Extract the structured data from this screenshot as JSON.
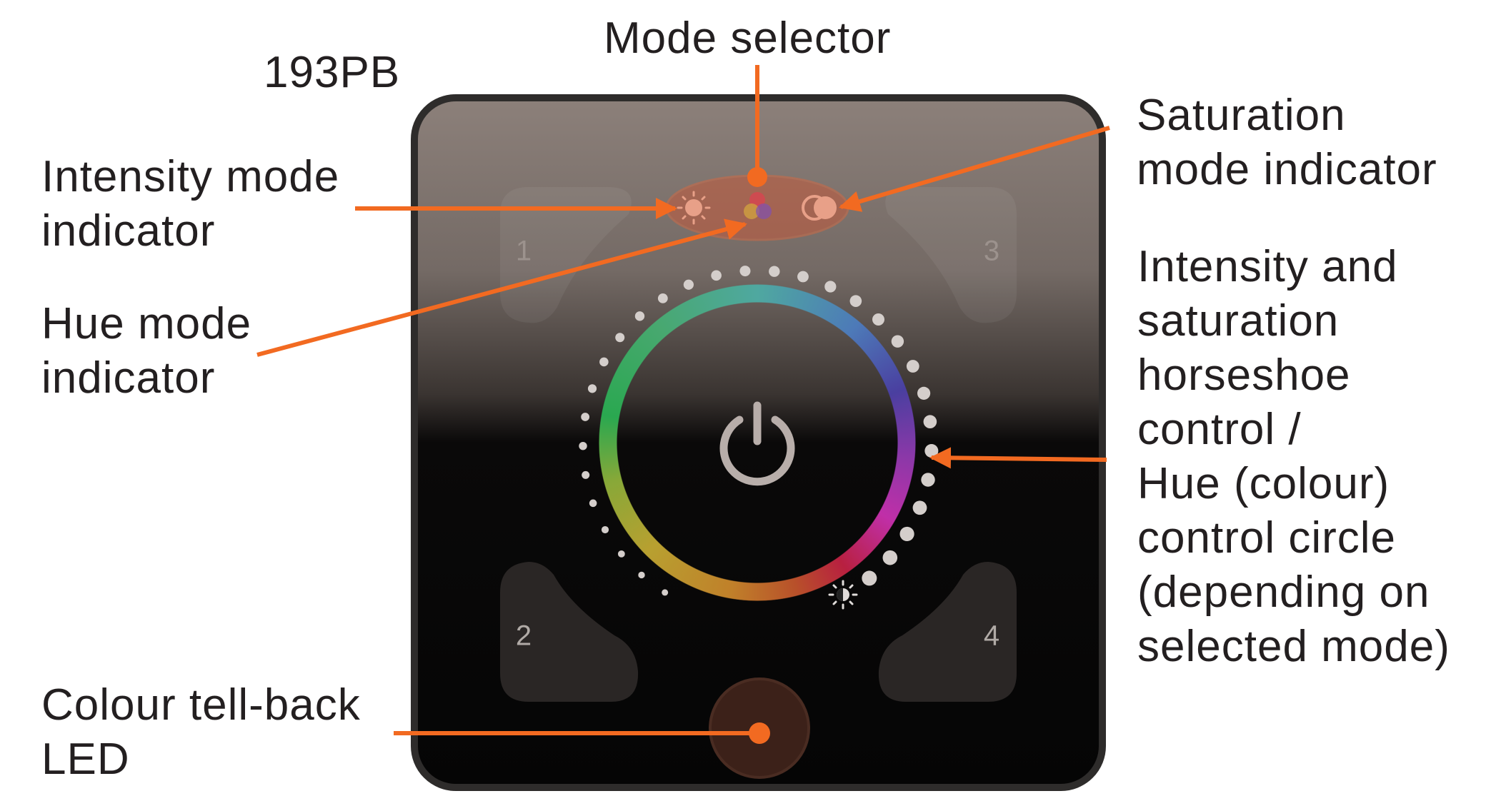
{
  "device": {
    "model": "193PB",
    "buttons": [
      "1",
      "2",
      "3",
      "4"
    ]
  },
  "labels": {
    "mode_selector": "Mode selector",
    "intensity_mode": [
      "Intensity mode",
      "indicator"
    ],
    "hue_mode": [
      "Hue mode",
      "indicator"
    ],
    "colour_led": [
      "Colour tell-back",
      "LED"
    ],
    "saturation_mode": [
      "Saturation",
      "mode indicator"
    ],
    "horseshoe": [
      "Intensity and",
      "saturation",
      "horseshoe",
      "control /",
      "Hue (colour)",
      "control circle",
      "(depending on",
      "selected mode)"
    ]
  },
  "colors": {
    "callout": "#f26a21",
    "panel_frame": "#2e2c2b",
    "led": "#3c2119"
  },
  "icons": [
    "power-icon",
    "sun-icon",
    "saturation-icon",
    "hue-icon",
    "contrast-sun-icon"
  ]
}
